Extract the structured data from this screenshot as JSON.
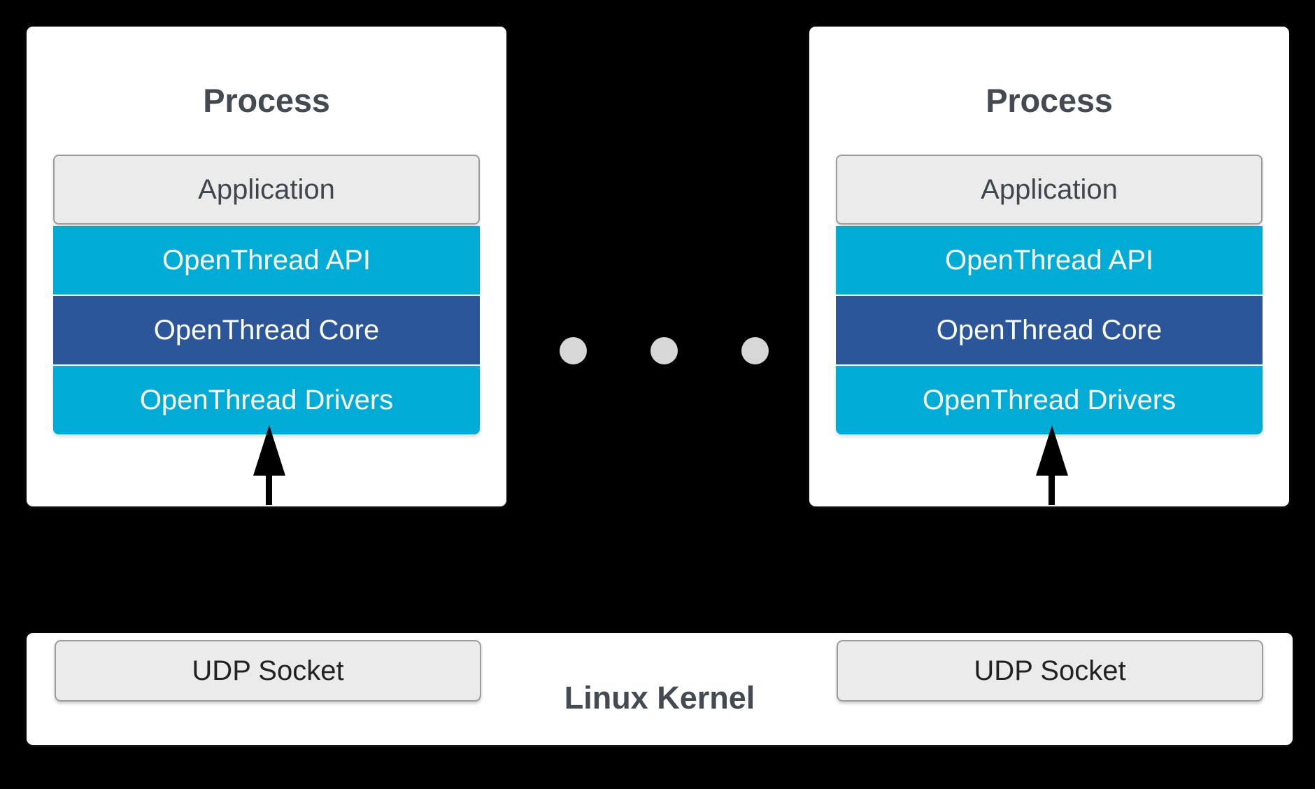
{
  "diagram": {
    "background_color": "#000000",
    "processes": [
      {
        "title": "Process",
        "layers": [
          {
            "label": "Application",
            "color": "#ebebeb"
          },
          {
            "label": "OpenThread API",
            "color": "#00acd6"
          },
          {
            "label": "OpenThread Core",
            "color": "#2b5699"
          },
          {
            "label": "OpenThread Drivers",
            "color": "#00acd6"
          }
        ]
      },
      {
        "title": "Process",
        "layers": [
          {
            "label": "Application",
            "color": "#ebebeb"
          },
          {
            "label": "OpenThread API",
            "color": "#00acd6"
          },
          {
            "label": "OpenThread Core",
            "color": "#2b5699"
          },
          {
            "label": "OpenThread Drivers",
            "color": "#00acd6"
          }
        ]
      }
    ],
    "ellipsis": {
      "dot_count": 3,
      "dot_color": "#d7d7d7"
    },
    "kernel": {
      "label": "Linux Kernel",
      "label_color": "#434a52",
      "sockets": [
        {
          "label": "UDP Socket"
        },
        {
          "label": "UDP Socket"
        }
      ]
    },
    "connectors": [
      {
        "name": "kernel-to-drivers-left",
        "direction": "up",
        "color": "#000000"
      },
      {
        "name": "kernel-to-drivers-right",
        "direction": "up",
        "color": "#000000"
      }
    ]
  }
}
